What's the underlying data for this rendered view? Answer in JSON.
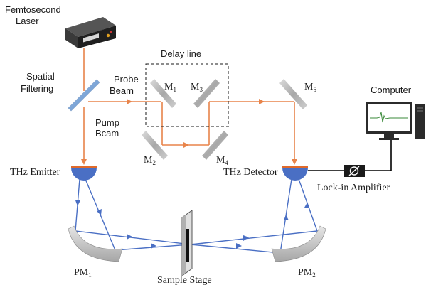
{
  "labels": {
    "laser_line1": "Femtosecond",
    "laser_line2": "Laser",
    "delay_line": "Delay line",
    "spatial_line1": "Spatial",
    "spatial_line2": "Filtering",
    "probe_line1": "Probe",
    "probe_line2": "Beam",
    "pump_line1": "Pump",
    "pump_line2": "Bcam",
    "thz_emitter": "THz Emitter",
    "thz_detector": "THz Detector",
    "lockin": "Lock-in Amplifier",
    "computer": "Computer",
    "sample_stage": "Sample Stage",
    "m1": "M",
    "m1_sub": "1",
    "m2": "M",
    "m2_sub": "2",
    "m3": "M",
    "m3_sub": "3",
    "m4": "M",
    "m4_sub": "4",
    "m5": "M",
    "m5_sub": "5",
    "pm1": "PM",
    "pm1_sub": "1",
    "pm2": "PM",
    "pm2_sub": "2"
  },
  "colors": {
    "optical_beam": "#e8844a",
    "thz_beam": "#4a6fc4",
    "emitter": "#e06a2a",
    "mirror": "#b9b9b9",
    "laser_box": "#2b2b2b"
  },
  "icons": [
    "laser-box-icon",
    "mirror-icon",
    "parabolic-mirror-icon",
    "computer-icon",
    "lockin-amplifier-icon",
    "sample-holder-icon"
  ]
}
